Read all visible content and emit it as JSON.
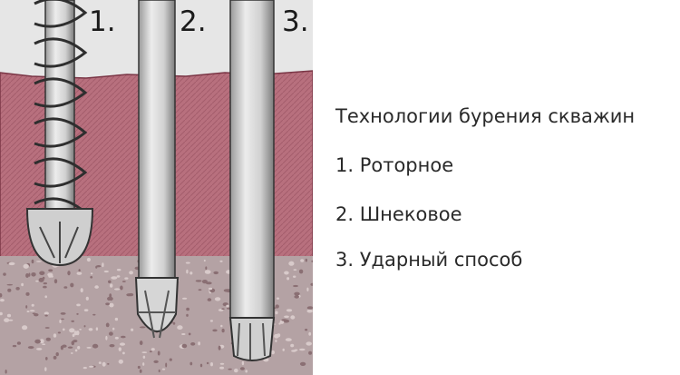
{
  "illustration": {
    "numbers": [
      "1.",
      "2.",
      "3."
    ],
    "colors": {
      "sky": "#e6e6e6",
      "soil": "#b8707e",
      "soil_dark": "#8e4656",
      "gravel": "#b4a2a4",
      "tool_metal": "#d8d8d8",
      "outline": "#333333"
    }
  },
  "caption": {
    "title": "Технологии бурения скважин",
    "items": [
      "1. Роторное",
      "2. Шнековое",
      "3. Ударный способ"
    ]
  }
}
